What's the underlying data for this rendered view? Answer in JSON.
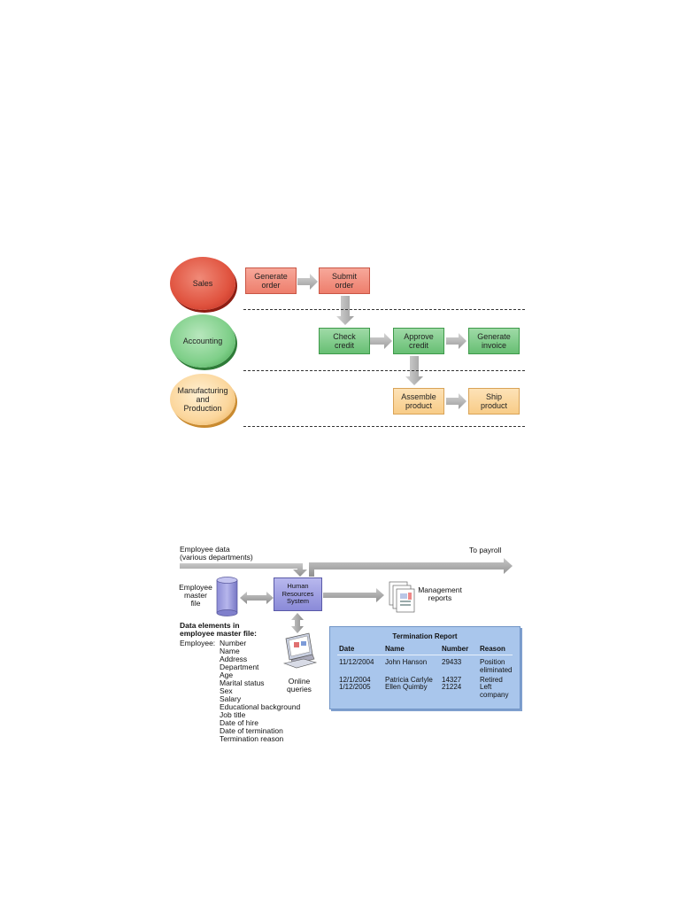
{
  "process_diagram": {
    "departments": [
      {
        "label": "Sales",
        "color": "#e0533f"
      },
      {
        "label": "Accounting",
        "color": "#7fcf89"
      },
      {
        "label": "Manufacturing\nand\nProduction",
        "color": "#fbd69c"
      }
    ],
    "steps": {
      "generate_order": "Generate\norder",
      "submit_order": "Submit\norder",
      "check_credit": "Check\ncredit",
      "approve_credit": "Approve\ncredit",
      "generate_invoice": "Generate\ninvoice",
      "assemble_product": "Assemble\nproduct",
      "ship_product": "Ship\nproduct"
    }
  },
  "hr_diagram": {
    "employee_data": "Employee data\n(various departments)",
    "to_payroll": "To payroll",
    "employee_master_file": "Employee\nmaster\nfile",
    "hr_system": "Human\nResources\nSystem",
    "management_reports": "Management\nreports",
    "online_queries": "Online\nqueries",
    "data_elements_title": "Data elements in\nemployee master file:",
    "employee_label": "Employee:",
    "data_elements": [
      "Number",
      "Name",
      "Address",
      "Department",
      "Age",
      "Marital status",
      "Sex",
      "Salary",
      "Educational background",
      "Job title",
      "Date of hire",
      "Date of termination",
      "Termination reason"
    ],
    "termination_report": {
      "title": "Termination Report",
      "headers": [
        "Date",
        "Name",
        "Number",
        "Reason"
      ],
      "rows": [
        [
          "11/12/2004",
          "John Hanson",
          "29433",
          "Position\neliminated"
        ],
        [
          "12/1/2004",
          "Patricia Carlyle",
          "14327",
          "Retired"
        ],
        [
          "1/12/2005",
          "Ellen Quimby",
          "21224",
          "Left\ncompany"
        ]
      ]
    }
  }
}
